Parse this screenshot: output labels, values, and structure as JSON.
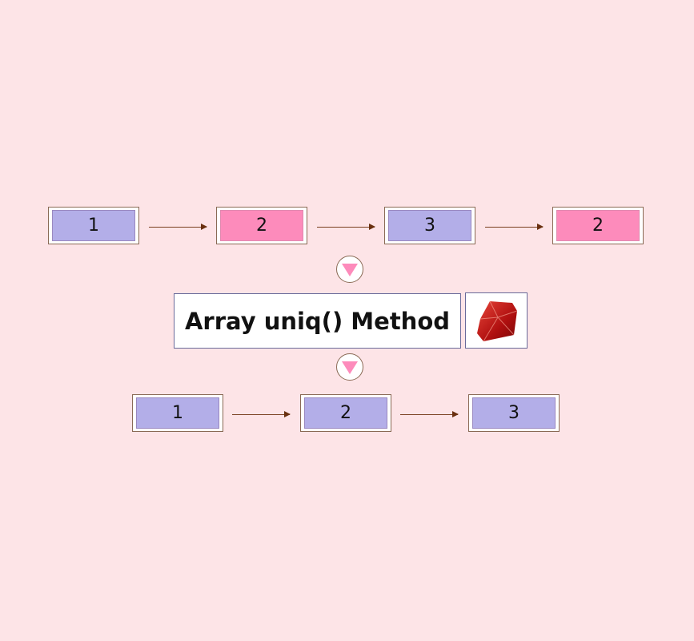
{
  "input_array": [
    "1",
    "2",
    "3",
    "2"
  ],
  "input_colors": [
    "blue",
    "pink",
    "blue",
    "pink"
  ],
  "method_title": "Array uniq() Method",
  "output_array": [
    "1",
    "2",
    "3"
  ],
  "colors": {
    "blue": "#b3aee8",
    "pink": "#fd8bbb",
    "background": "#fde4e7"
  }
}
